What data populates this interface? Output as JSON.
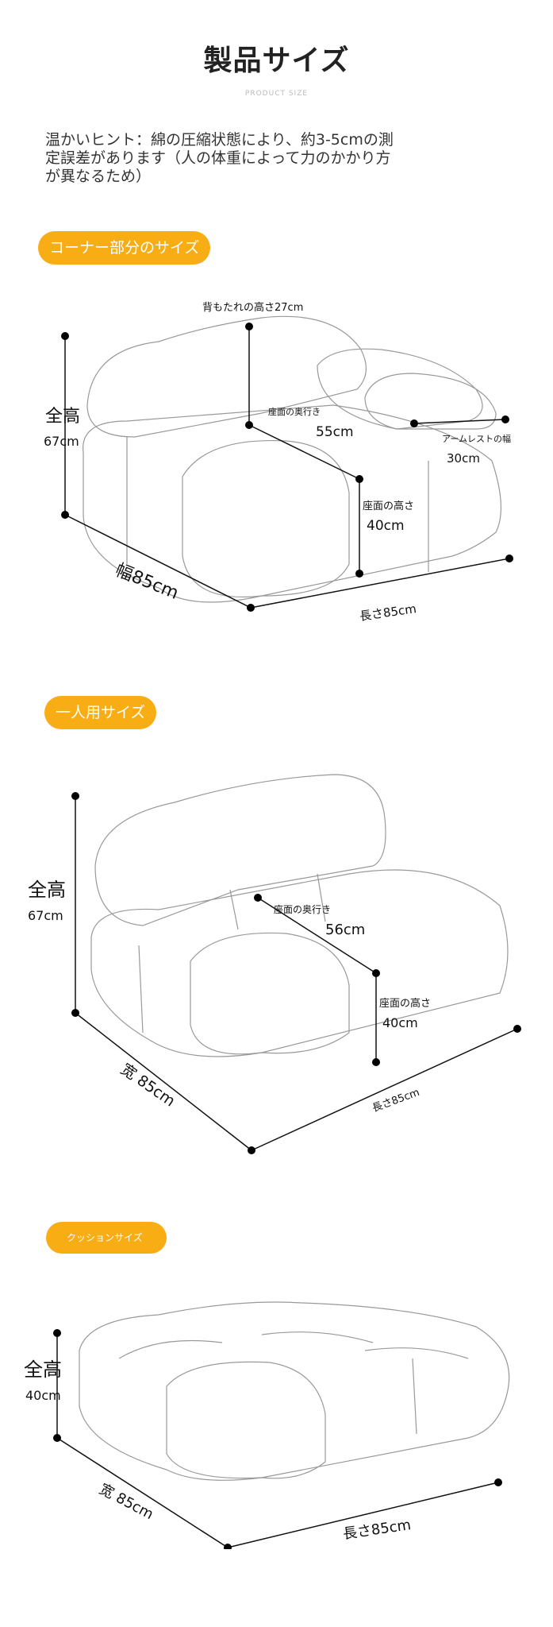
{
  "header": {
    "title": "製品サイズ",
    "subtitle": "PRODUCT SIZE"
  },
  "hint": "温かいヒント：綿の圧縮状態により、約3-5cmの測定誤差があります（人の体重によって力のかかり方が異なるため）",
  "sections": [
    {
      "label": "コーナー部分のサイズ",
      "dims": {
        "back_height": "背もたれの高さ27cm",
        "total_height_label": "全高",
        "total_height": "67cm",
        "seat_depth_label": "座面の奥行き",
        "seat_depth": "55cm",
        "armrest_label": "アームレストの幅",
        "armrest": "30cm",
        "seat_height_label": "座面の高さ",
        "seat_height": "40cm",
        "width": "幅85cm",
        "length": "長さ85cm"
      }
    },
    {
      "label": "一人用サイズ",
      "dims": {
        "total_height_label": "全高",
        "total_height": "67cm",
        "seat_depth_label": "座面の奥行き",
        "seat_depth": "56cm",
        "seat_height_label": "座面の高さ",
        "seat_height": "40cm",
        "width": "宽 85cm",
        "length": "長さ85cm"
      }
    },
    {
      "label": "クッションサイズ",
      "dims": {
        "total_height_label": "全高",
        "total_height": "40cm",
        "width": "宽 85cm",
        "length": "長さ85cm"
      }
    }
  ]
}
